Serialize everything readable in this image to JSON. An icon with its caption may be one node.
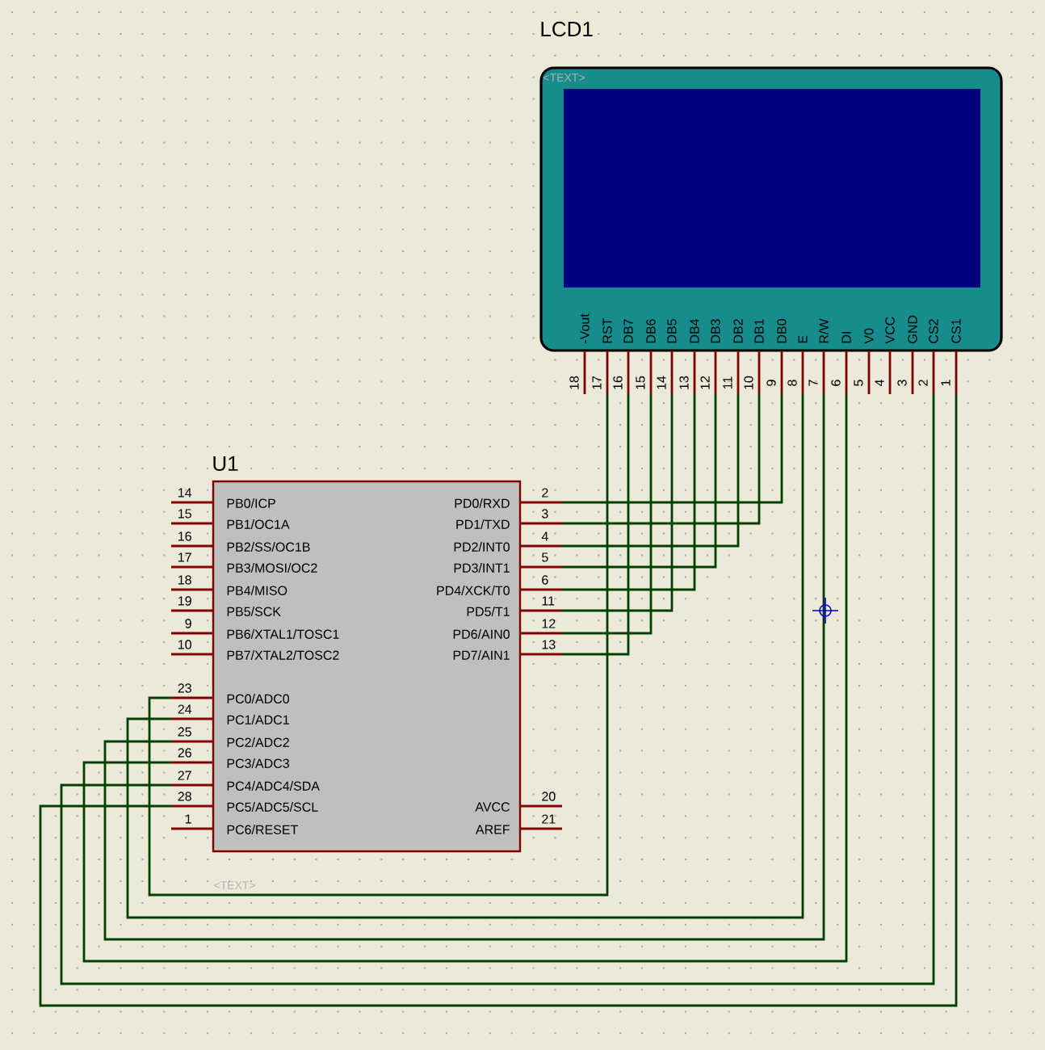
{
  "diagram": {
    "nodes": [
      {
        "text": [
          "LCD1",
          "<TEXT>"
        ]
      },
      {
        "text": [
          "-Vout",
          "18"
        ]
      },
      {
        "text": [
          "RST",
          "17"
        ]
      },
      {
        "text": [
          "DB7",
          "16"
        ]
      },
      {
        "text": [
          "DB6",
          "15"
        ]
      },
      {
        "text": [
          "DB5",
          "14"
        ]
      },
      {
        "text": [
          "DB4",
          "13"
        ]
      },
      {
        "text": [
          "DB3",
          "12"
        ]
      },
      {
        "text": [
          "DB2",
          "11"
        ]
      },
      {
        "text": [
          "DB1",
          "10"
        ]
      },
      {
        "text": [
          "DB0",
          "9"
        ]
      },
      {
        "text": [
          "E",
          "8"
        ]
      },
      {
        "text": [
          "R/W",
          "7"
        ]
      },
      {
        "text": [
          "DI",
          "6"
        ]
      },
      {
        "text": [
          "V0",
          "5"
        ]
      },
      {
        "text": [
          "VCC",
          "4"
        ]
      },
      {
        "text": [
          "GND",
          "3"
        ]
      },
      {
        "text": [
          "CS2",
          "2"
        ]
      },
      {
        "text": [
          "CS1",
          "1"
        ]
      },
      {
        "text": [
          "U1"
        ],
        "beside": [
          "<TEXT>"
        ]
      },
      {
        "text": [
          "PB0/ICP",
          "14"
        ]
      },
      {
        "text": [
          "PB1/OC1A",
          "15"
        ]
      },
      {
        "text": [
          "PB2/SS/OC1B",
          "16"
        ]
      },
      {
        "text": [
          "PB3/MOSI/OC2",
          "17"
        ]
      },
      {
        "text": [
          "PB4/MISO",
          "18"
        ]
      },
      {
        "text": [
          "PB5/SCK",
          "19"
        ]
      },
      {
        "text": [
          "PB6/XTAL1/TOSC1",
          "9"
        ]
      },
      {
        "text": [
          "PB7/XTAL2/TOSC2",
          "10"
        ]
      },
      {
        "text": [
          "PC0/ADC0",
          "23"
        ]
      },
      {
        "text": [
          "PC1/ADC1",
          "24"
        ]
      },
      {
        "text": [
          "PC2/ADC2",
          "25"
        ]
      },
      {
        "text": [
          "PC3/ADC3",
          "26"
        ]
      },
      {
        "text": [
          "PC4/ADC4/SDA",
          "27"
        ]
      },
      {
        "text": [
          "PC5/ADC5/SCL",
          "28"
        ]
      },
      {
        "text": [
          "PC6/RESET",
          "1"
        ]
      },
      {
        "text": [
          "PD0/RXD",
          "2"
        ]
      },
      {
        "text": [
          "PD1/TXD",
          "3"
        ]
      },
      {
        "text": [
          "PD2/INT0",
          "4"
        ]
      },
      {
        "text": [
          "PD3/INT1",
          "5"
        ]
      },
      {
        "text": [
          "PD4/XCK/T0",
          "6"
        ]
      },
      {
        "text": [
          "PD5/T1",
          "11"
        ]
      },
      {
        "text": [
          "PD6/AIN0",
          "12"
        ]
      },
      {
        "text": [
          "PD7/AIN1",
          "13"
        ]
      },
      {
        "text": [
          "AVCC",
          "20"
        ]
      },
      {
        "text": [
          "AREF",
          "21"
        ]
      }
    ],
    "edges": [
      {
        "from": 35,
        "to": 10,
        "arrow": "none"
      },
      {
        "from": 36,
        "to": 9,
        "arrow": "none"
      },
      {
        "from": 37,
        "to": 8,
        "arrow": "none"
      },
      {
        "from": 38,
        "to": 7,
        "arrow": "none"
      },
      {
        "from": 39,
        "to": 6,
        "arrow": "none"
      },
      {
        "from": 40,
        "to": 5,
        "arrow": "none"
      },
      {
        "from": 41,
        "to": 4,
        "arrow": "none"
      },
      {
        "from": 42,
        "to": 3,
        "arrow": "none"
      },
      {
        "from": 28,
        "to": 2,
        "arrow": "none"
      },
      {
        "from": 29,
        "to": 11,
        "arrow": "none"
      },
      {
        "from": 30,
        "to": 12,
        "arrow": "none"
      },
      {
        "from": 31,
        "to": 13,
        "arrow": "none"
      },
      {
        "from": 32,
        "to": 17,
        "arrow": "none"
      },
      {
        "from": 33,
        "to": 18,
        "arrow": "none"
      }
    ]
  }
}
